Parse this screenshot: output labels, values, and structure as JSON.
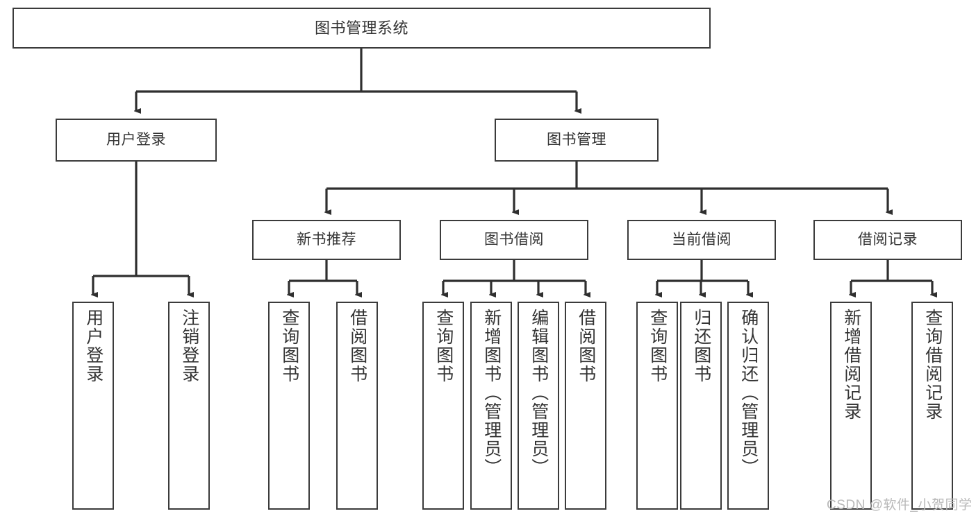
{
  "diagram": {
    "title": "图书管理系统",
    "type": "tree",
    "watermark": "CSDN @软件_小贺同学",
    "colors": {
      "box_border": "#3b3b3b",
      "box_fill": "#ffffff",
      "edge": "#2f2f2f",
      "text": "#333333",
      "watermark": "#b9b9b9"
    },
    "nodes": {
      "root": {
        "label": "图书管理系统"
      },
      "level2": [
        {
          "id": "user-login",
          "label": "用户登录"
        },
        {
          "id": "book-management",
          "label": "图书管理"
        }
      ],
      "level3": [
        {
          "id": "new-book-recommend",
          "label": "新书推荐"
        },
        {
          "id": "book-borrow",
          "label": "图书借阅"
        },
        {
          "id": "current-borrow",
          "label": "当前借阅"
        },
        {
          "id": "borrow-record",
          "label": "借阅记录"
        }
      ],
      "leaves": {
        "user_login": [
          {
            "id": "leaf-user-login",
            "label": "用户登录"
          },
          {
            "id": "leaf-logout-login",
            "label": "注销登录"
          }
        ],
        "new_book_recommend": [
          {
            "id": "leaf-query-book-1",
            "label": "查询图书"
          },
          {
            "id": "leaf-borrow-book-1",
            "label": "借阅图书"
          }
        ],
        "book_borrow": [
          {
            "id": "leaf-query-book-2",
            "label": "查询图书"
          },
          {
            "id": "leaf-add-book",
            "label": "新增图书（管理员）"
          },
          {
            "id": "leaf-edit-book",
            "label": "编辑图书（管理员）"
          },
          {
            "id": "leaf-borrow-book-2",
            "label": "借阅图书"
          }
        ],
        "current_borrow": [
          {
            "id": "leaf-query-book-3",
            "label": "查询图书"
          },
          {
            "id": "leaf-return-book",
            "label": "归还图书"
          },
          {
            "id": "leaf-confirm-return",
            "label": "确认归还（管理员）"
          }
        ],
        "borrow_record": [
          {
            "id": "leaf-add-record",
            "label": "新增借阅记录"
          },
          {
            "id": "leaf-query-record",
            "label": "查询借阅记录"
          }
        ]
      }
    }
  }
}
